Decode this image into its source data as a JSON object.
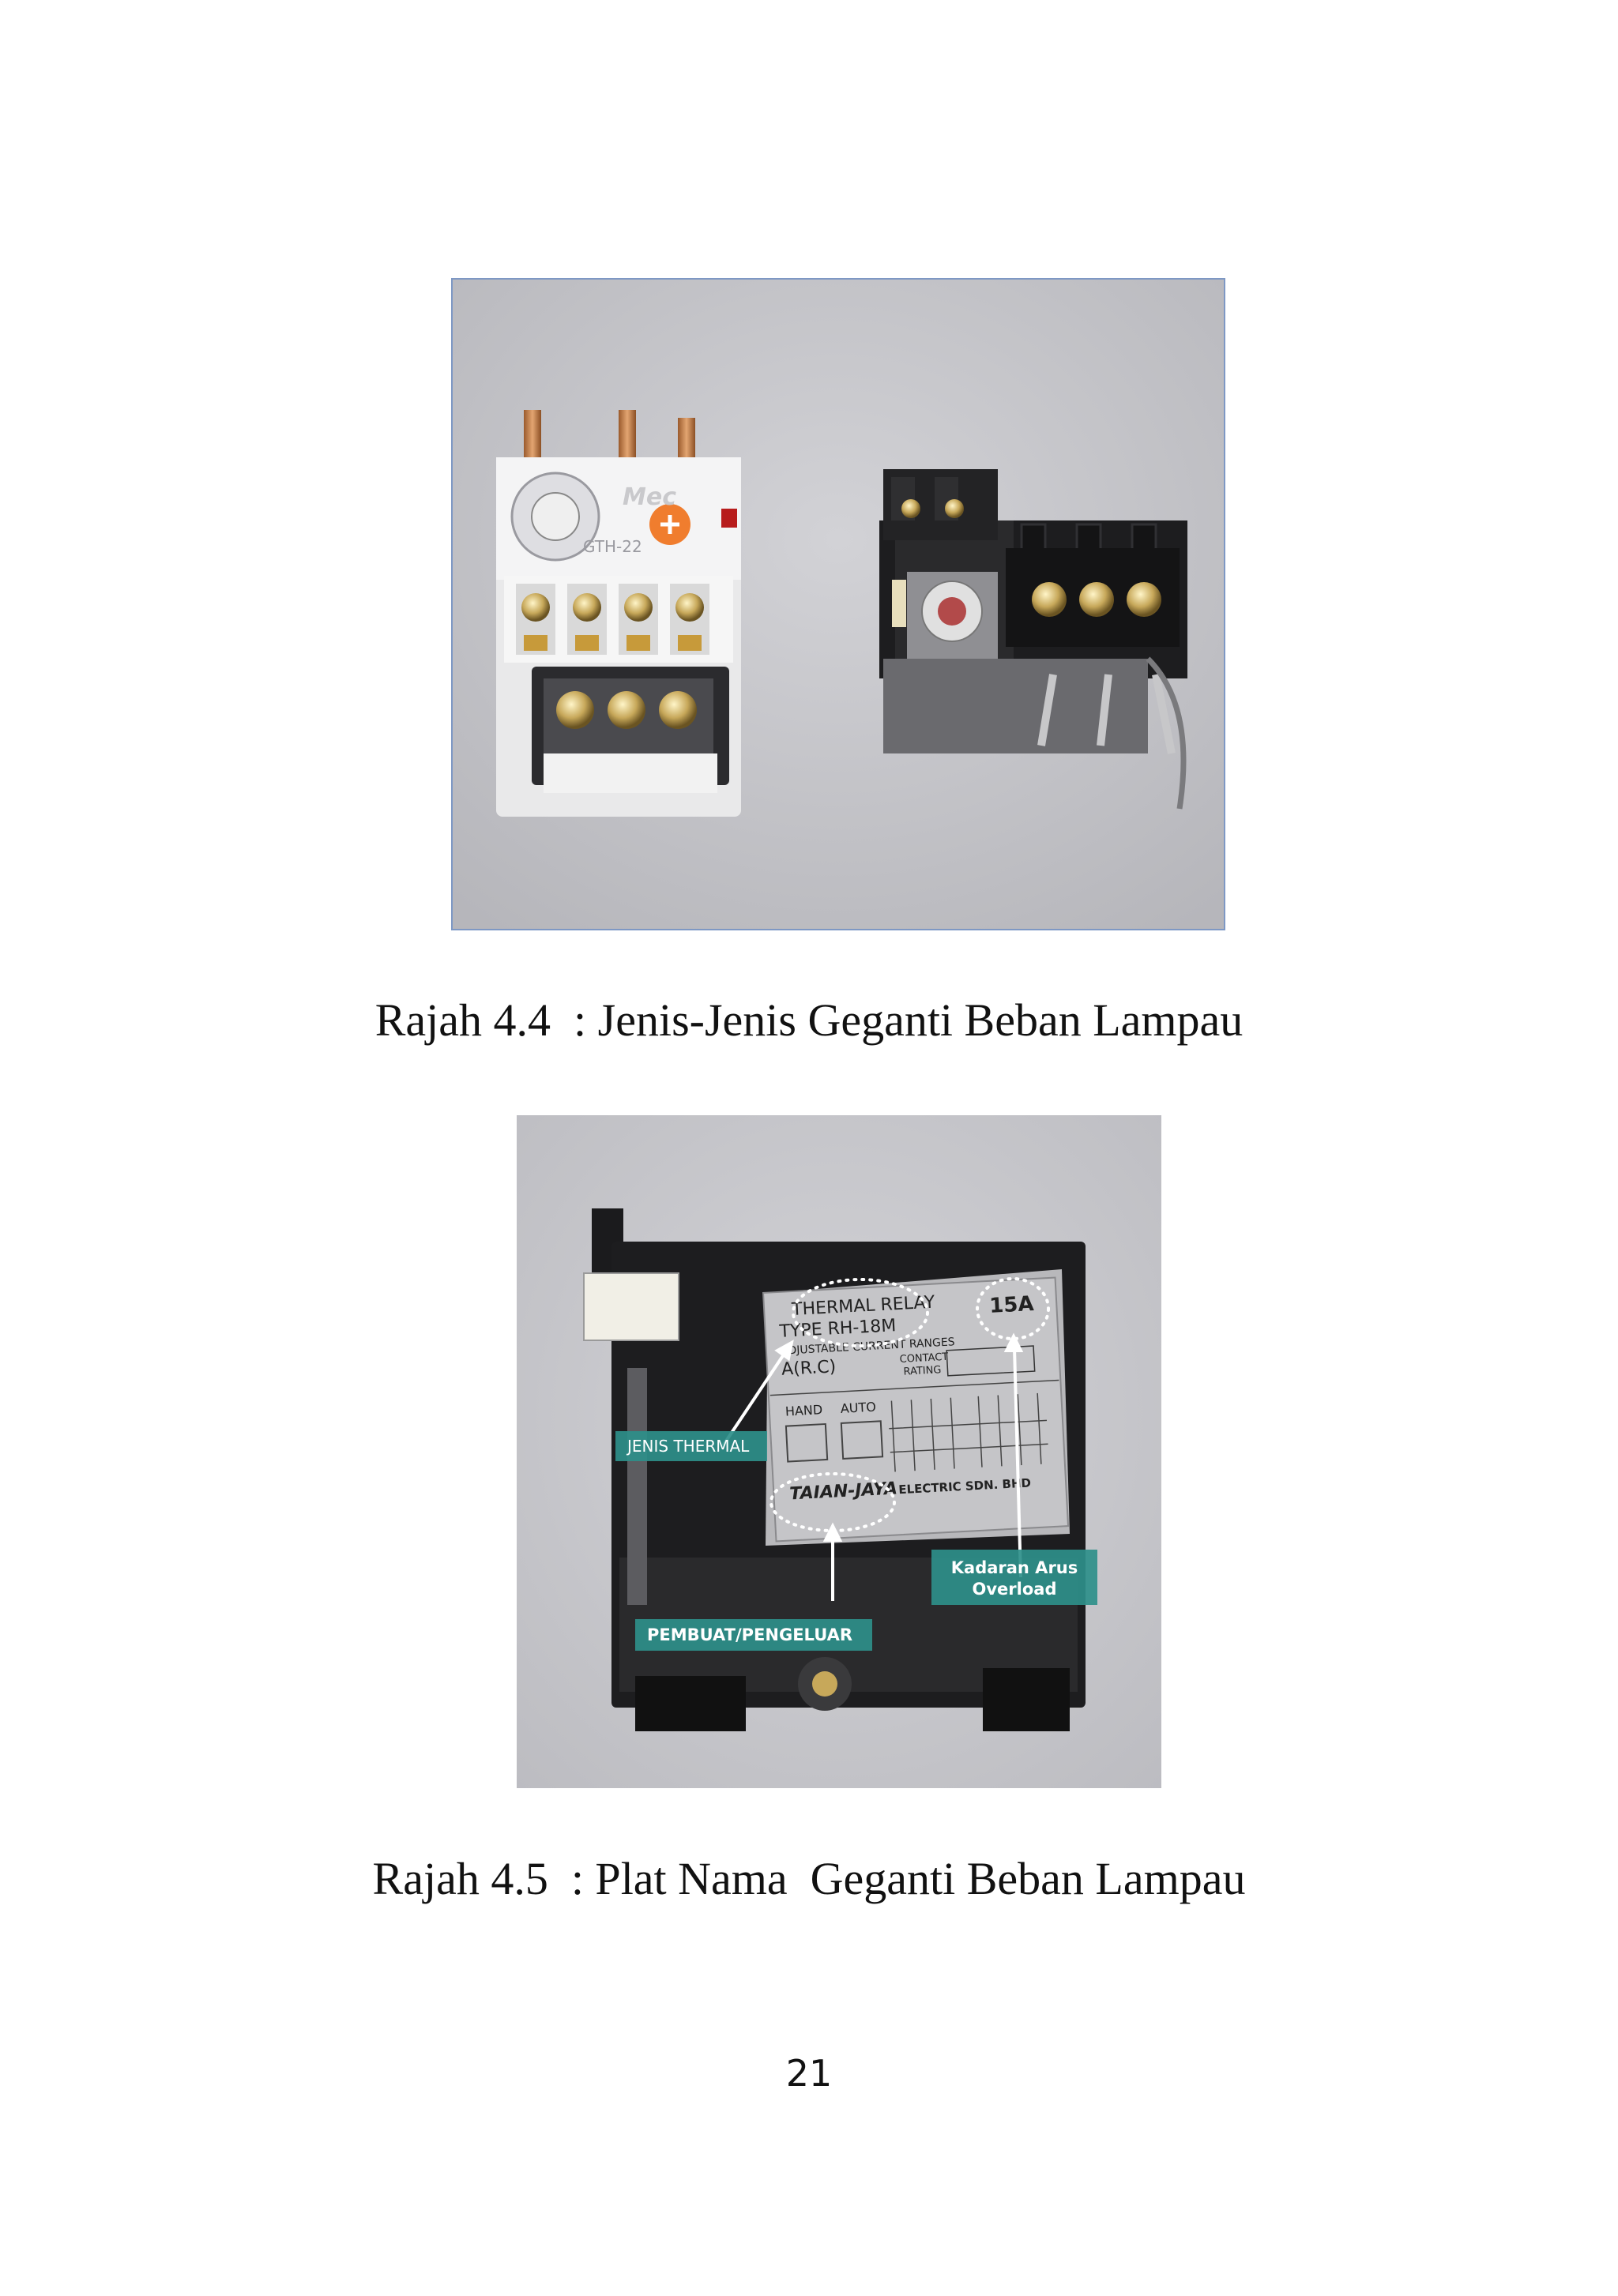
{
  "figures": [
    {
      "caption": "Rajah 4.4  : Jenis-Jenis Geganti Beban Lampau",
      "photo_labels": {
        "left_brand": "Mec",
        "left_model": "GTH-22"
      }
    },
    {
      "caption": "Rajah 4.5  : Plat Nama  Geganti Beban Lampau",
      "nameplate": {
        "title": "THERMAL  RELAY",
        "type": "TYPE  RH-18M",
        "ranges": "ADJUSTABLE CURRENT RANGES",
        "arc": "A(R.C)",
        "contact": "CONTACT",
        "rating": "RATING",
        "hand": "HAND",
        "auto": "AUTO",
        "maker": "TAIAN-JAYA",
        "maker_suffix": "ELECTRIC SDN. BHD",
        "amps": "15A"
      },
      "annotations": {
        "jenis": "JENIS THERMAL",
        "pembuat": "PEMBUAT/PENGELUAR",
        "kadaran_1": "Kadaran Arus",
        "kadaran_2": "Overload"
      }
    }
  ],
  "page_number": "21",
  "colors": {
    "label_bg": "#2e8f8a",
    "label_text": "#ffffff",
    "photo_bg": "#c9c9cc"
  }
}
